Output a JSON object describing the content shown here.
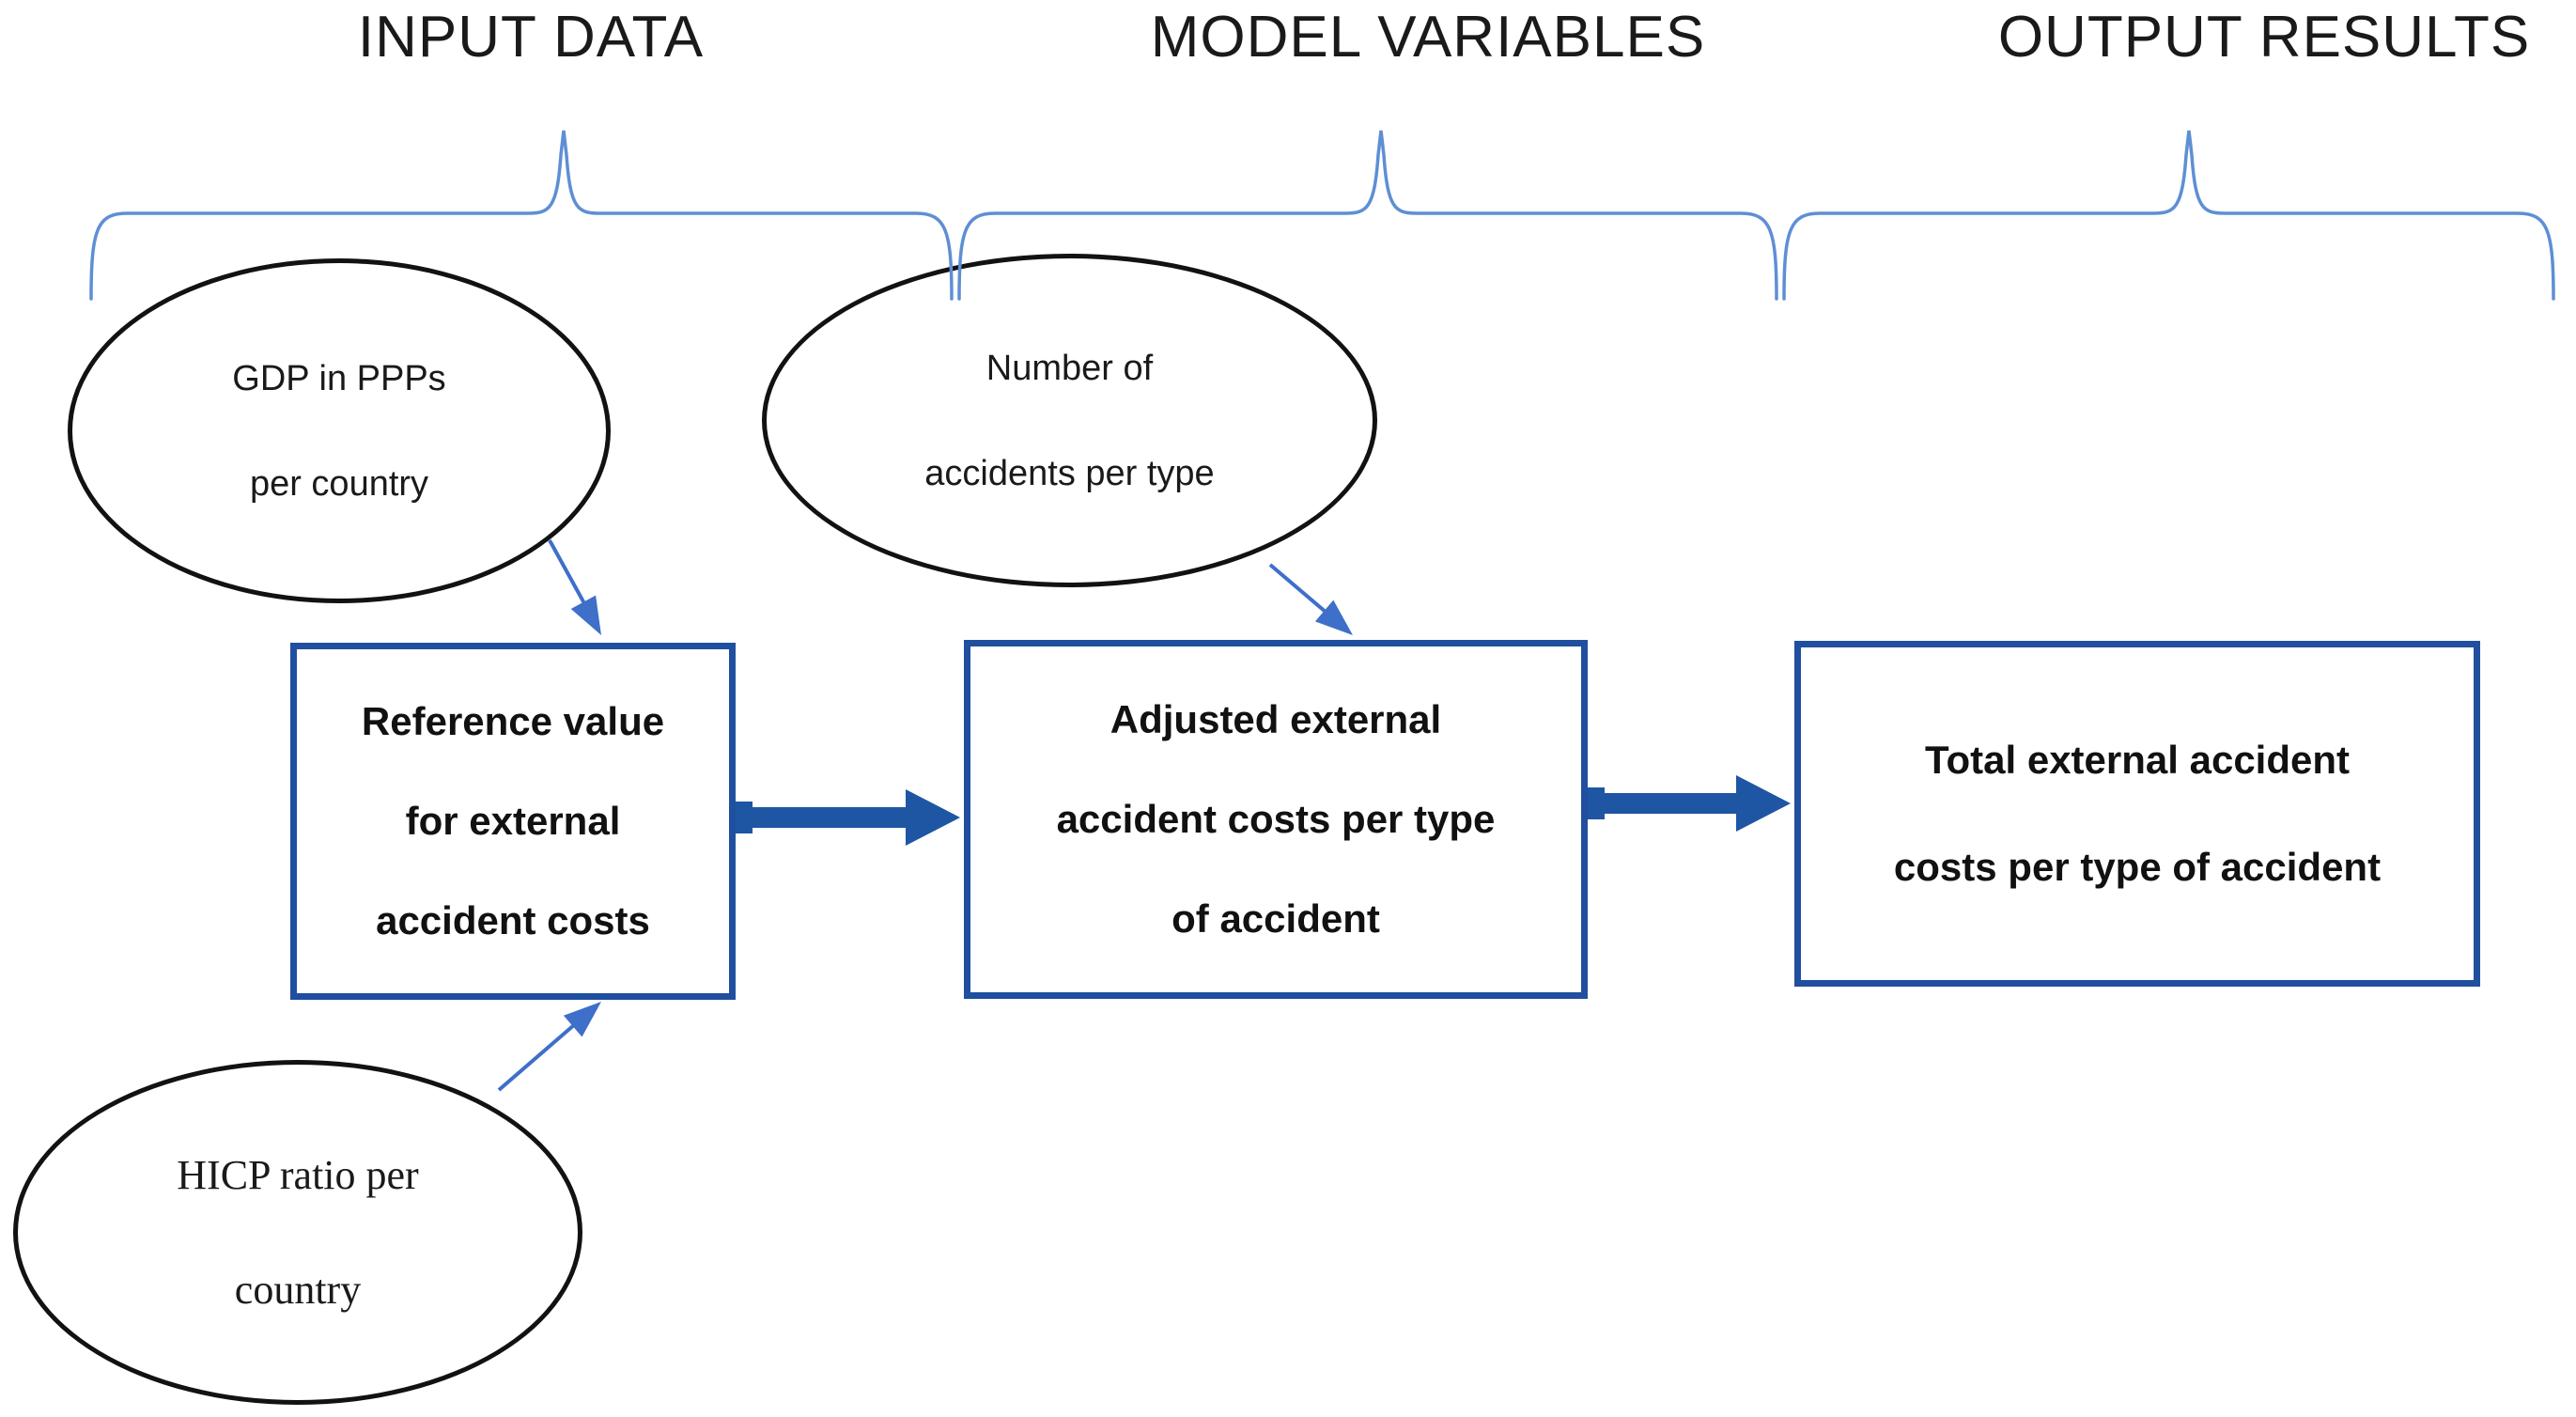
{
  "figure": {
    "background": "#ffffff"
  },
  "colors": {
    "brace": "#5e8fd4",
    "thin_arrow": "#3e6fc9",
    "thick_arrow": "#1e56a3",
    "box_border": "#1f4f9e",
    "ellipse_border": "#121212",
    "text": "#1a1a1a",
    "background": "#ffffff"
  },
  "headers": [
    {
      "id": "input",
      "label": "INPUT DATA"
    },
    {
      "id": "model",
      "label": "MODEL VARIABLES"
    },
    {
      "id": "output",
      "label": "OUTPUT RESULTS"
    }
  ],
  "ellipses": [
    {
      "id": "gdp",
      "lines": [
        "GDP in PPPs",
        "per country"
      ]
    },
    {
      "id": "accidents",
      "lines": [
        "Number of",
        "accidents per type"
      ]
    },
    {
      "id": "hicp",
      "lines": [
        "HICP ratio per",
        "country"
      ]
    }
  ],
  "boxes": [
    {
      "id": "reference",
      "lines": [
        "Reference value",
        "for external",
        "accident costs"
      ]
    },
    {
      "id": "adjusted",
      "lines": [
        "Adjusted external",
        "accident costs per type",
        "of accident"
      ]
    },
    {
      "id": "total",
      "lines": [
        "Total external accident",
        "costs per type of accident"
      ]
    }
  ],
  "connections": [
    {
      "from": "gdp",
      "to": "reference",
      "style": "thin-arrow"
    },
    {
      "from": "hicp",
      "to": "reference",
      "style": "thin-arrow"
    },
    {
      "from": "accidents",
      "to": "adjusted",
      "style": "thin-arrow"
    },
    {
      "from": "reference",
      "to": "adjusted",
      "style": "thick-arrow"
    },
    {
      "from": "adjusted",
      "to": "total",
      "style": "thick-arrow"
    }
  ]
}
